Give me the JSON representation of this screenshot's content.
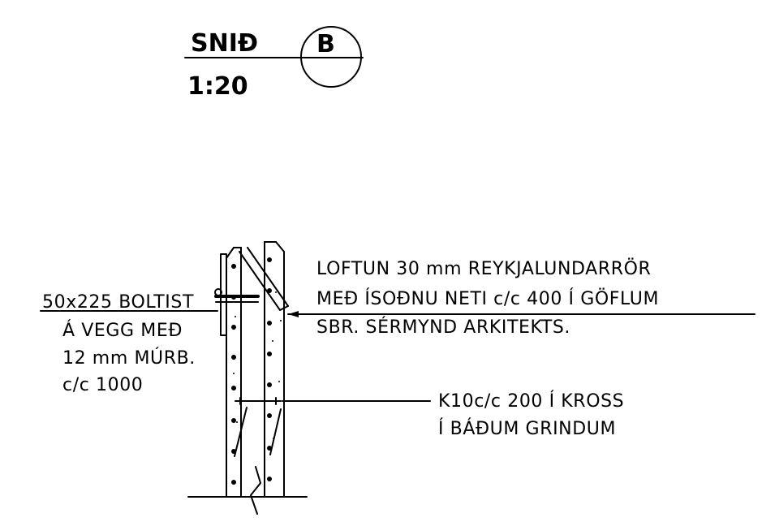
{
  "title": {
    "label": "SNIÐ",
    "marker": "B",
    "scale": "1:20"
  },
  "annotations": {
    "boltist": [
      "50x225 BOLTIST",
      "Á VEGG MEÐ",
      "12 mm MÚRB.",
      "c/c 1000"
    ],
    "loftun": [
      "LOFTUN 30 mm REYKJALUNDARRÖR",
      "MEÐ ÍSOÐNU NETI c/c 400 Í GÖFLUM",
      "SBR. SÉRMYND ARKITEKTS."
    ],
    "kross": [
      "K10c/c 200 Í KROSS",
      "Í BÁÐUM GRINDUM"
    ]
  }
}
